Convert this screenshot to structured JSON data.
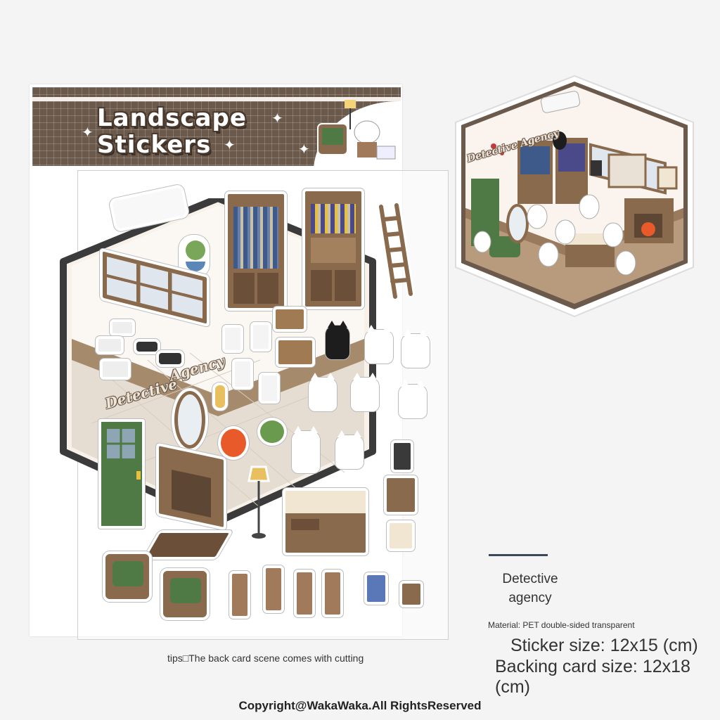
{
  "card": {
    "title_line1": "Landscape",
    "title_line2": "Stickers"
  },
  "sticker_labels": {
    "agency_sign_word1": "Detective",
    "agency_sign_word2": "Agency",
    "preview_sign": "Detective Agency"
  },
  "product": {
    "name_line1": "Detective",
    "name_line2": "agency",
    "material": "Material: PET double-sided transparent",
    "sticker_size": "Sticker size: 12x15 (cm)",
    "backing_size": "Backing card size: 12x18 (cm)"
  },
  "tips": "tips□The back card scene comes with cutting",
  "copyright": "Copyright@WakaWaka.All RightsReserved",
  "colors": {
    "banner": "#6b5a4c",
    "wood": "#8a6a4c",
    "green": "#4f7a46",
    "divider": "#3c4758"
  }
}
